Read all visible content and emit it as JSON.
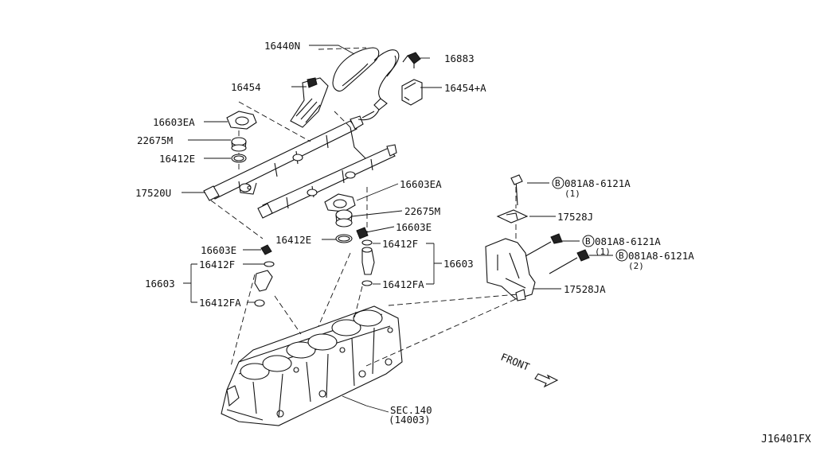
{
  "labels": {
    "p16440n": "16440N",
    "p16883": "16883",
    "p16454": "16454",
    "p16454a": "16454+A",
    "p16603ea_top": "16603EA",
    "p22675m_top": "22675M",
    "p16412e_top": "16412E",
    "p17520u": "17520U",
    "p16603ea_mid": "16603EA",
    "p22675m_mid": "22675M",
    "p16603e_right": "16603E",
    "p16412e_mid": "16412E",
    "p16412f_right": "16412F",
    "p16603_right": "16603",
    "p16412fa_right": "16412FA",
    "p16603e_left": "16603E",
    "p16412f_left": "16412F",
    "p16603_left": "16603",
    "p16412fa_left": "16412FA",
    "p17528j": "17528J",
    "p17528ja": "17528JA",
    "bolt1_code": "081A8-6121A",
    "bolt1_qty": "(1)",
    "bolt2_code": "081A8-6121A",
    "bolt2_qty": "(1)",
    "bolt3_code": "081A8-6121A",
    "bolt3_qty": "(2)",
    "bolt_marker": "B",
    "sec_ref": "SEC.140",
    "sec_num": "(14003)",
    "front": "FRONT",
    "diagram_code": "J16401FX"
  }
}
